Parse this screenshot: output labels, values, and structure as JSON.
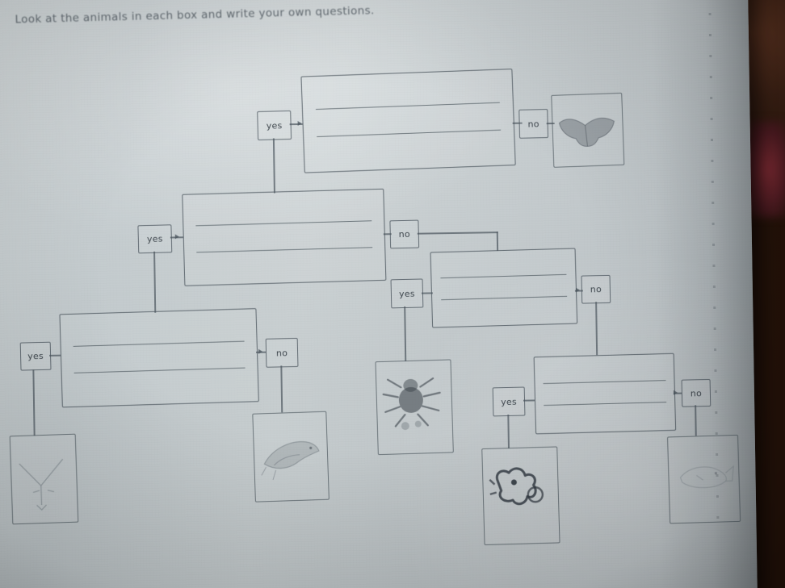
{
  "document": {
    "type": "worksheet-photograph",
    "title": "Look at the animals in each box and write your own questions.",
    "page_color": "#c8d0d3",
    "ink_color": "#4a545c",
    "backdrop_color": "#2b1810"
  },
  "labels": {
    "yes": "yes",
    "no": "no"
  },
  "tree": {
    "description": "Branching yes/no question tree with blank lined answer boxes and animal picture boxes",
    "nodes": [
      {
        "id": "q1",
        "level": 1,
        "kind": "question-box",
        "lines": 2,
        "value": "",
        "yes_label": "yes",
        "no_label": "no",
        "yes_target": "q2",
        "no_target": "pic-bat"
      },
      {
        "id": "q2",
        "level": 2,
        "kind": "question-box",
        "lines": 2,
        "value": "",
        "yes_label": "yes",
        "no_label": "no",
        "yes_target": "q3",
        "no_target": "q4"
      },
      {
        "id": "q3",
        "level": 3,
        "kind": "question-box",
        "lines": 2,
        "value": "",
        "yes_label": "yes",
        "no_label": "no",
        "yes_target": "pic-eagle",
        "no_target": "pic-bird"
      },
      {
        "id": "q4",
        "level": 3,
        "kind": "question-box",
        "lines": 2,
        "value": "",
        "yes_label": "yes",
        "no_label": "no",
        "yes_target": "pic-spider",
        "no_target": "q5"
      },
      {
        "id": "q5",
        "level": 4,
        "kind": "question-box",
        "lines": 2,
        "value": "",
        "yes_label": "yes",
        "no_label": "no",
        "yes_target": "pic-beetle",
        "no_target": "pic-fish"
      }
    ],
    "pictures": [
      {
        "id": "pic-bat",
        "animal": "bat",
        "position": "top-right"
      },
      {
        "id": "pic-eagle",
        "animal": "eagle",
        "position": "bottom-left"
      },
      {
        "id": "pic-bird",
        "animal": "bird",
        "position": "bottom-left-mid"
      },
      {
        "id": "pic-spider",
        "animal": "spider",
        "position": "center"
      },
      {
        "id": "pic-beetle",
        "animal": "beetle",
        "position": "bottom-middle"
      },
      {
        "id": "pic-fish",
        "animal": "fish",
        "position": "bottom-right"
      }
    ]
  }
}
